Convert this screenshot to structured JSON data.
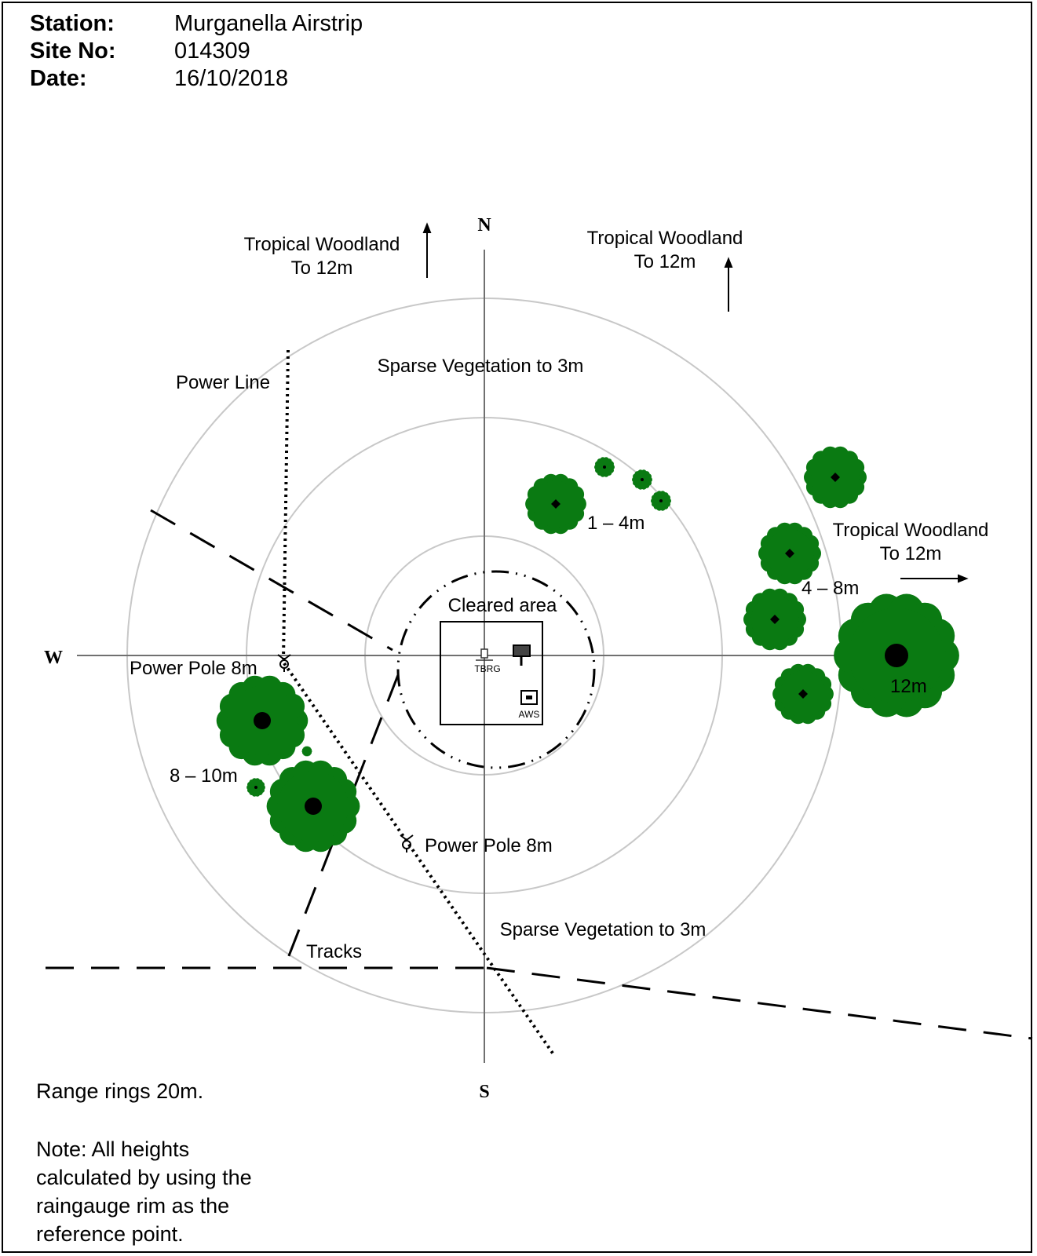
{
  "header": {
    "station_label": "Station:",
    "station_value": "Murganella Airstrip",
    "site_label": "Site No:",
    "site_value": "014309",
    "date_label": "Date:",
    "date_value": "16/10/2018"
  },
  "compass": {
    "n": "N",
    "s": "S",
    "w": "W"
  },
  "labels": {
    "woodland_nw_1": "Tropical Woodland",
    "woodland_nw_2": "To 12m",
    "woodland_ne_1": "Tropical Woodland",
    "woodland_ne_2": "To 12m",
    "woodland_e_1": "Tropical Woodland",
    "woodland_e_2": "To 12m",
    "sparse_north": "Sparse Vegetation to 3m",
    "sparse_south": "Sparse Vegetation to 3m",
    "power_line": "Power Line",
    "power_pole_west": "Power Pole 8m",
    "power_pole_south": "Power Pole 8m",
    "cleared_area": "Cleared area",
    "tbrg": "TBRG",
    "aws": "AWS",
    "trees_ne_height": "1 – 4m",
    "trees_e_height": "4 – 8m",
    "tree_big_height": "12m",
    "trees_sw_height": "8 – 10m",
    "tracks": "Tracks"
  },
  "notes": {
    "range": "Range rings 20m.",
    "note_1": "Note: All heights",
    "note_2": "calculated by using the",
    "note_3": "raingauge rim as the",
    "note_4": "reference point."
  },
  "colors": {
    "tree": "#0a7a12",
    "ring": "#c8c8c8"
  }
}
